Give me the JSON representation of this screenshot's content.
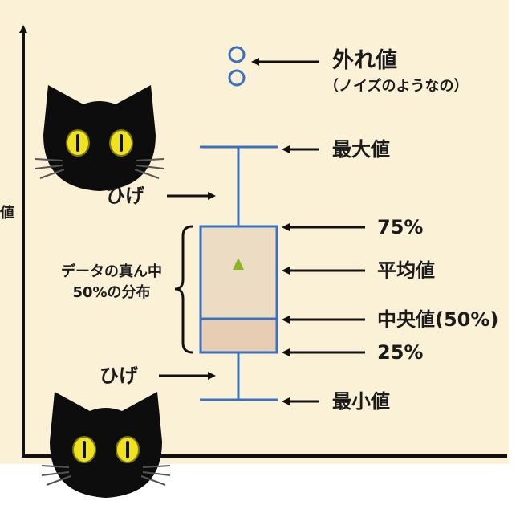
{
  "y_axis_label": "値",
  "labels": {
    "outlier": "外れ値",
    "outlier_note": "（ノイズのようなの）",
    "max": "最大値",
    "q3": "75%",
    "mean": "平均値",
    "median": "中央値(50%)",
    "q1": "25%",
    "min": "最小値",
    "whisker_upper": "ひげ",
    "whisker_lower": "ひげ",
    "middle_line1": "データの真ん中",
    "middle_line2": "50%の分布"
  },
  "colors": {
    "background": "#fbf1d6",
    "box_line": "#3b6fbf",
    "box_fill_upper": "#ecdcc4",
    "box_fill_lower": "#e7cdb4",
    "mean_marker": "#8cb526",
    "axis": "#111111"
  },
  "icons": [
    "black-cat-icon",
    "black-cat-icon"
  ]
}
